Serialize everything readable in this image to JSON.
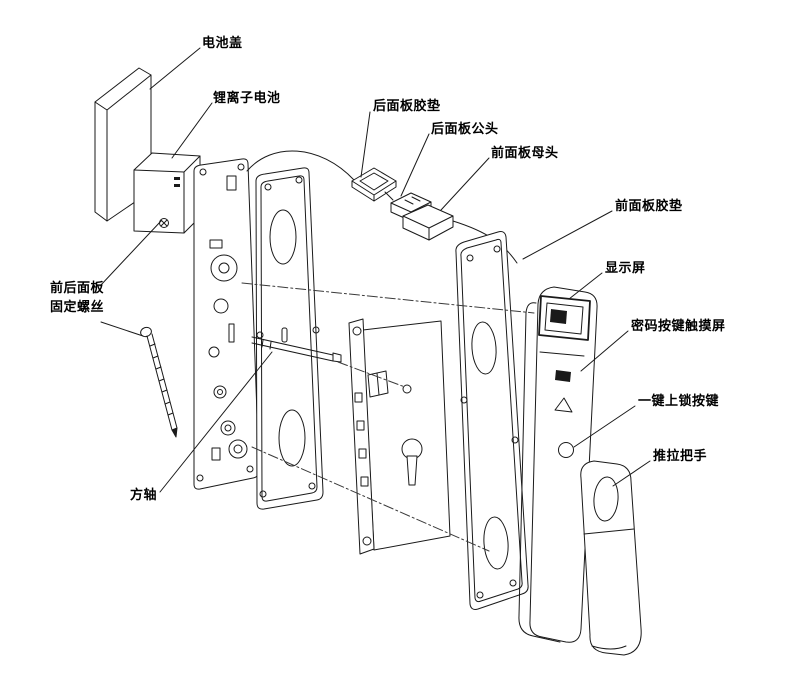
{
  "colors": {
    "line": "#1a1a1a",
    "background": "#ffffff",
    "screen_fill": "#1a1a1a"
  },
  "labels": [
    {
      "id": "battery-cover",
      "text": "电池盖"
    },
    {
      "id": "lithium-battery",
      "text": "锂离子电池"
    },
    {
      "id": "rear-panel-gasket",
      "text": "后面板胶垫"
    },
    {
      "id": "rear-panel-male-plug",
      "text": "后面板公头"
    },
    {
      "id": "front-panel-female-socket",
      "text": "前面板母头"
    },
    {
      "id": "front-panel-gasket",
      "text": "前面板胶垫"
    },
    {
      "id": "display-screen",
      "text": "显示屏"
    },
    {
      "id": "password-touch-keypad",
      "text": "密码按键触摸屏"
    },
    {
      "id": "one-key-lock-button",
      "text": "一键上锁按键"
    },
    {
      "id": "push-pull-handle",
      "text": "推拉把手"
    },
    {
      "id": "panel-fixing-screws",
      "text": "前后面板\n固定螺丝"
    },
    {
      "id": "square-shaft",
      "text": "方轴"
    }
  ]
}
